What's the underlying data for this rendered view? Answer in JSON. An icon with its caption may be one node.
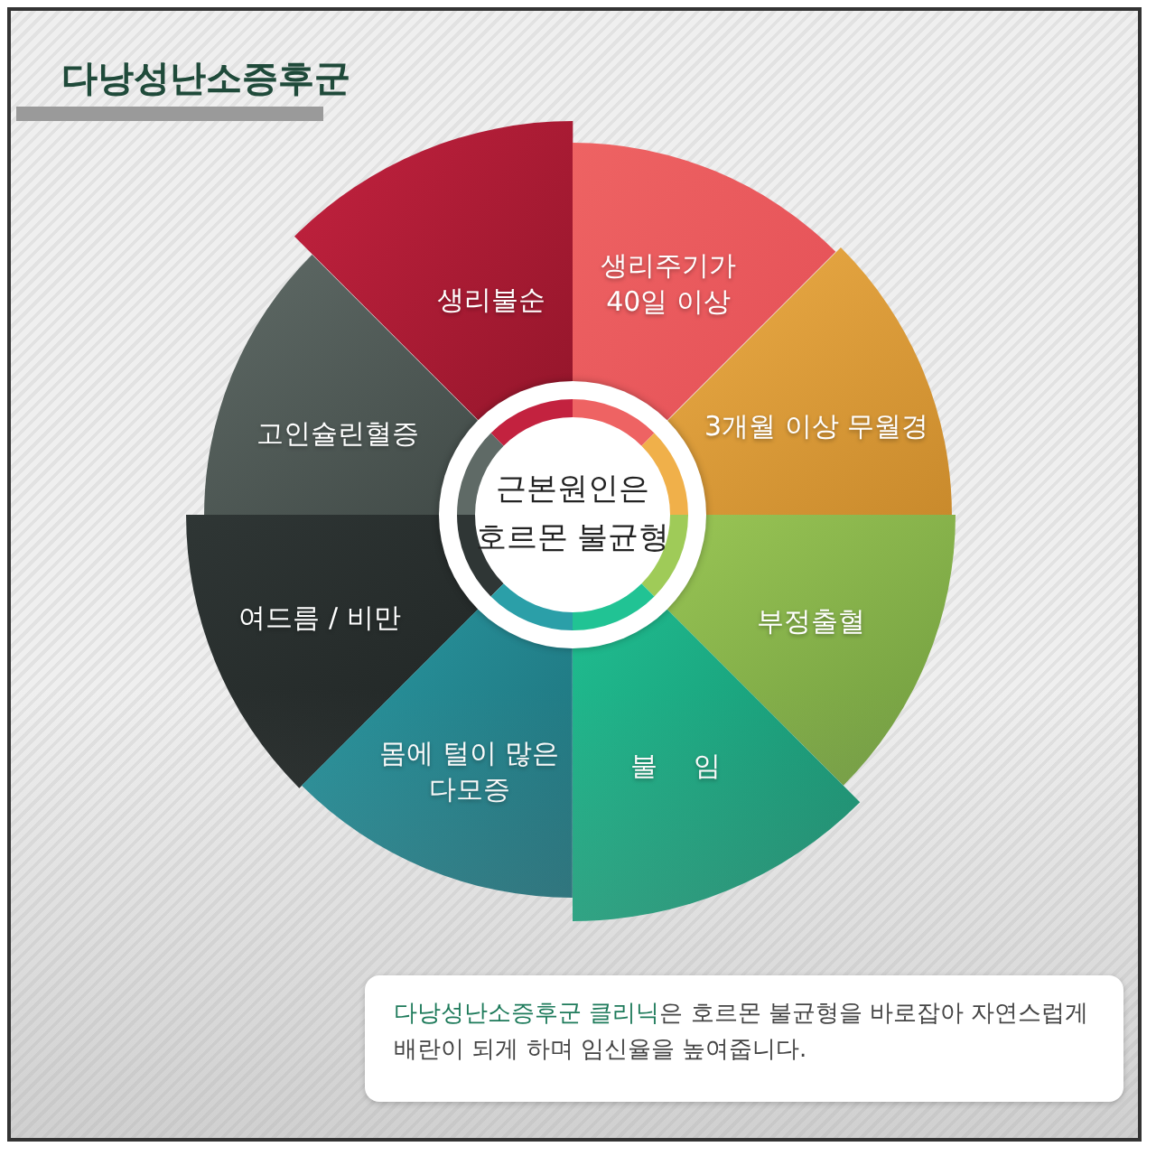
{
  "diagram": {
    "title": "다낭성난소증후군",
    "nodes": [
      {
        "text": [
          "생리불순"
        ]
      },
      {
        "text": [
          "생리주기가 40일 이상"
        ]
      },
      {
        "text": [
          "고인슐린혈증"
        ]
      },
      {
        "text": [
          "3개월 이상 무월경"
        ]
      },
      {
        "text": [
          "근본원인은 호르몬 불균형"
        ]
      },
      {
        "text": [
          "여드름 / 비만"
        ]
      },
      {
        "text": [
          "부정출혈"
        ]
      },
      {
        "text": [
          "몸에 털이 많은 다모증"
        ]
      },
      {
        "text": [
          "불 임"
        ]
      },
      {
        "text": [
          "**다낭성난소증후군 클리닉**은 호르몬 불균형을 바로잡아 자연스럽게 배란이 되게 하며 임신율을 높여줍니다."
        ]
      }
    ],
    "edges": []
  }
}
